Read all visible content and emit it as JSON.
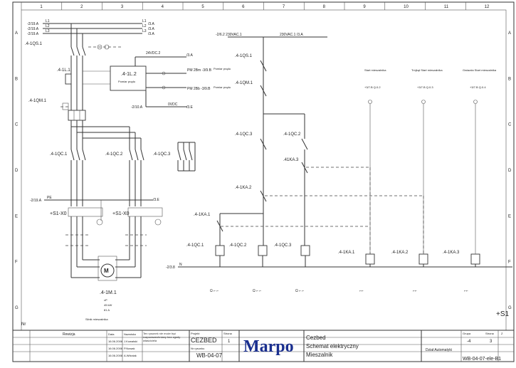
{
  "frame": {
    "columns": [
      "1",
      "2",
      "3",
      "4",
      "5",
      "6",
      "7",
      "8",
      "9",
      "10",
      "11",
      "12"
    ],
    "rows": [
      "A",
      "B",
      "C",
      "D",
      "E",
      "F",
      "G"
    ]
  },
  "supply": {
    "phases": [
      "L1",
      "L2",
      "L3"
    ],
    "refs": [
      "-2/19.A",
      "-2/19.A",
      "-2/19.A"
    ],
    "out_refs": [
      "/3.A",
      "/3.A",
      "/3.A"
    ],
    "ac_in": "-2/6.2 230VAC.1",
    "ac_out": "230VAC.1 /3.A",
    "v24": "24VDC.2",
    "v24_ref": "/3.A",
    "v0": "0VDC",
    "v0_ref": "/3.E",
    "v0_in": "-2/10.A",
    "pe_ref": "-2/19.A",
    "pe_out": "/3.E",
    "pe": "PE",
    "n_ref": "-2/3.8",
    "n": "N"
  },
  "devices": {
    "q6": ".4-1QS.1",
    "l1": ".4-1L.1",
    "l2": ".4-1L.2",
    "l2_desc": "Pomiar prądu",
    "pm_a": "PM 2Bm -3/9.B",
    "pm_b": "PM 2Bb -3/9.B",
    "pm_label_a": "Pomiar prądu",
    "pm_label_b": "Pomiar prądu",
    "qm": ".4-1QM.1",
    "qc1": ".4-1QC.1",
    "qc2": ".4-1QC.2",
    "qc3": ".4-1QC.3",
    "x0a": "+S1-X0",
    "x0b": "+S1-X0",
    "motor": ".4-1M.1",
    "motor_desc": "Silnik mieszalnika",
    "motor_data": [
      "xP",
      "45 kW",
      "81 A"
    ],
    "qs1": ".4-1QS.1",
    "qm1": ".4-1QM.1",
    "qc3b": ".4-1QC.3",
    "qc2b": ".4-1QC.2",
    "ka3": ".41KA.3",
    "ka2": ".4-1KA.2",
    "ka1": ".4-1KA.1",
    "coil_qc1": ".4-1QC.1",
    "coil_qc2": ".4-1QC.2",
    "coil_qc3": ".4-1QC.3",
    "coil_ka1": ".4-1KA.1",
    "coil_ka2": ".4-1KA.2",
    "coil_ka3": ".4-1KA.3",
    "s1_1": "Start mieszalnika",
    "s1_1_ref": "+3/7.B Q.0.2",
    "s1_2": "Trójkąt Start mieszalnika",
    "s1_2_ref": "+3/7.B Q.0.3",
    "s1_3": "Gwiazda Start mieszalnika",
    "s1_3_ref": "+3/7.B Q.0.4"
  },
  "title_block": {
    "col_headers": [
      "Nr",
      "Rewizja",
      "Data",
      "Nazwisko"
    ],
    "date_rows": [
      "16.06.2006",
      "16.06.2006",
      "16.06.2006"
    ],
    "names": [
      "J.Kowalski",
      "P.Nowak",
      "A.Wiśniak"
    ],
    "notes": "Ten rysunek nie może być rozpowszechniany bez zgody właściciela",
    "project_label": "Projekt",
    "project": "CEZBED",
    "page_label": "Strona",
    "page": "1",
    "drawing_label": "Nr rysunku",
    "drawing": "WB-04-07",
    "logo": "Marpo",
    "title": [
      "Cezbed",
      "Schemat elektryczny",
      "Mieszalnik"
    ],
    "office_label": "Dział Automatyki",
    "group_label": "Grupa",
    "group": "-4",
    "sheet_label": "Strona",
    "sheet": "3",
    "of_label": "Z",
    "file": "WB-04-07-ele-B1",
    "location": "+S1"
  }
}
